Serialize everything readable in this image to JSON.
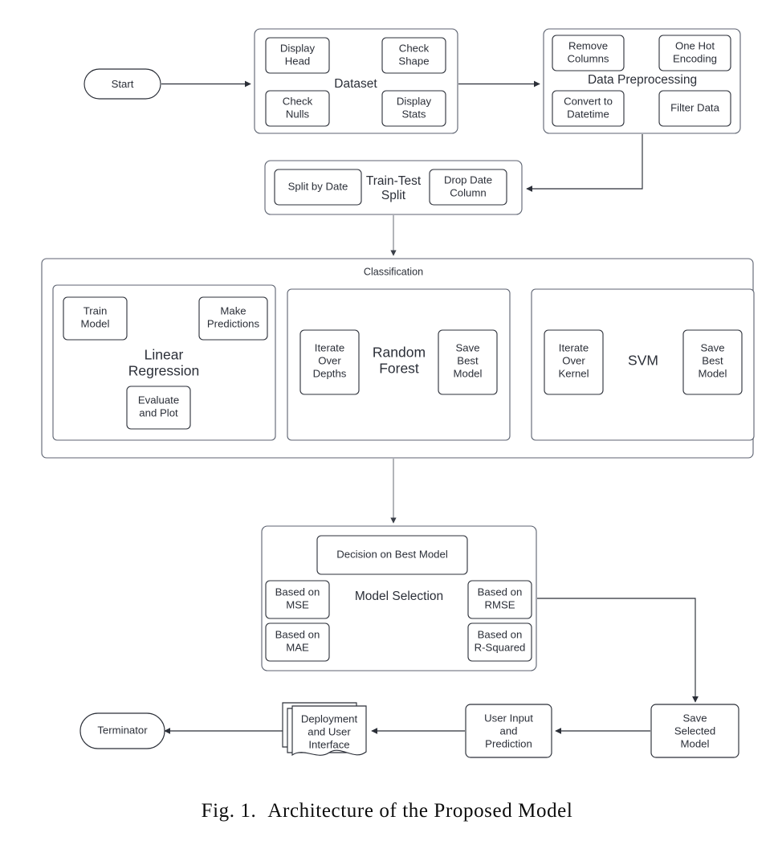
{
  "figure": {
    "caption_label": "Fig. 1.",
    "caption_text": "Architecture of the Proposed Model"
  },
  "colors": {
    "stroke": "#2b2f38",
    "group_stroke": "#5c6270",
    "background": "#ffffff",
    "connector": "#2b2f38"
  },
  "nodes": {
    "start": {
      "label": "Start",
      "shape": "terminator"
    },
    "terminator": {
      "label": "Terminator",
      "shape": "terminator"
    },
    "deployment": {
      "label_line1": "Deployment",
      "label_line2": "and User",
      "label_line3": "Interface",
      "shape": "multi-document"
    },
    "user_input": {
      "label_line1": "User Input",
      "label_line2": "and",
      "label_line3": "Prediction",
      "shape": "process"
    },
    "save_selected_model": {
      "label_line1": "Save",
      "label_line2": "Selected",
      "label_line3": "Model",
      "shape": "process"
    }
  },
  "groups": {
    "dataset": {
      "title": "Dataset",
      "items": [
        {
          "line1": "Display",
          "line2": "Head"
        },
        {
          "line1": "Check",
          "line2": "Shape"
        },
        {
          "line1": "Check",
          "line2": "Nulls"
        },
        {
          "line1": "Display",
          "line2": "Stats"
        }
      ]
    },
    "data_preprocessing": {
      "title": "Data Preprocessing",
      "items": [
        {
          "line1": "Remove",
          "line2": "Columns"
        },
        {
          "line1": "One Hot",
          "line2": "Encoding"
        },
        {
          "line1": "Convert to",
          "line2": "Datetime"
        },
        {
          "line1": "Filter Data",
          "line2": ""
        }
      ]
    },
    "train_test_split": {
      "title_line1": "Train-Test",
      "title_line2": "Split",
      "items": [
        {
          "line1": "Split by Date",
          "line2": ""
        },
        {
          "line1": "Drop Date",
          "line2": "Column"
        }
      ]
    },
    "classification": {
      "title": "Classification",
      "models": [
        {
          "name_line1": "Linear",
          "name_line2": "Regression",
          "items": [
            {
              "line1": "Train",
              "line2": "Model",
              "line3": ""
            },
            {
              "line1": "Make",
              "line2": "Predictions",
              "line3": ""
            },
            {
              "line1": "Evaluate",
              "line2": "and Plot",
              "line3": ""
            }
          ]
        },
        {
          "name_line1": "Random",
          "name_line2": "Forest",
          "items": [
            {
              "line1": "Iterate",
              "line2": "Over",
              "line3": "Depths"
            },
            {
              "line1": "Save",
              "line2": "Best",
              "line3": "Model"
            }
          ]
        },
        {
          "name_line1": "SVM",
          "name_line2": "",
          "items": [
            {
              "line1": "Iterate",
              "line2": "Over",
              "line3": "Kernel"
            },
            {
              "line1": "Save",
              "line2": "Best",
              "line3": "Model"
            }
          ]
        }
      ]
    },
    "model_selection": {
      "title": "Model Selection",
      "decision": "Decision on Best Model",
      "items": [
        {
          "line1": "Based on",
          "line2": "MSE"
        },
        {
          "line1": "Based on",
          "line2": "RMSE"
        },
        {
          "line1": "Based on",
          "line2": "MAE"
        },
        {
          "line1": "Based on",
          "line2": "R-Squared"
        }
      ]
    }
  }
}
